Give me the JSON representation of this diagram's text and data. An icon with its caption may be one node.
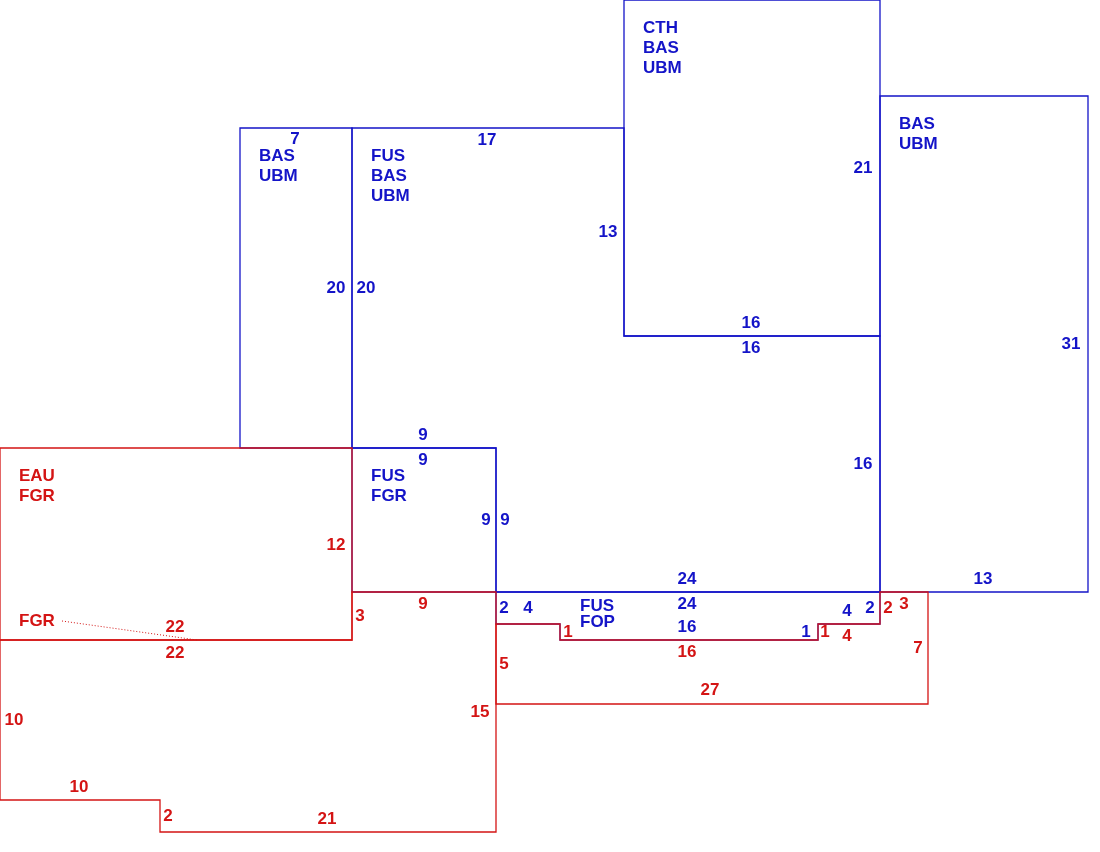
{
  "diagram": {
    "nodes": [
      {
        "text": [
          "CTH",
          "BAS",
          "UBM"
        ]
      },
      {
        "text": [
          "BAS",
          "UBM"
        ]
      },
      {
        "text": [
          "BAS",
          "UBM"
        ]
      },
      {
        "text": [
          "FUS",
          "BAS",
          "UBM"
        ]
      },
      {
        "text": [
          "FUS",
          "FGR"
        ]
      },
      {
        "text": [
          "EAU",
          "FGR"
        ]
      },
      {
        "text": [
          "FGR"
        ],
        "in": 5
      },
      {
        "text": [
          "FUS",
          "FOP"
        ]
      },
      {
        "text": [],
        "shape": "polygon"
      },
      {
        "text": [],
        "shape": "polygon"
      }
    ],
    "edges": [
      {
        "from": 6,
        "to": 8,
        "arrow": "none",
        "style": "dashed"
      }
    ],
    "labels": [
      "7",
      "17",
      "21",
      "13",
      "20",
      "20",
      "16",
      "16",
      "31",
      "9",
      "9",
      "16",
      "9",
      "9",
      "12",
      "24",
      "13",
      "9",
      "2",
      "4",
      "24",
      "4",
      "2",
      "2",
      "3",
      "22",
      "3",
      "1",
      "16",
      "1",
      "1",
      "4",
      "22",
      "16",
      "7",
      "5",
      "27",
      "15",
      "10",
      "10",
      "2",
      "21"
    ]
  }
}
